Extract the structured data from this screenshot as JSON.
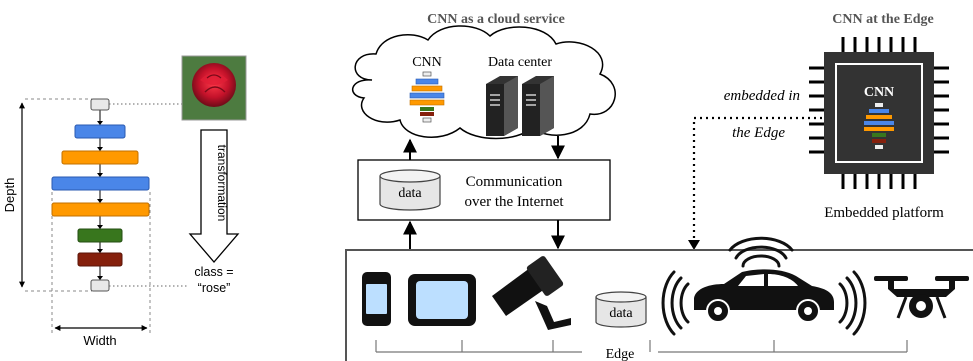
{
  "left_panel": {
    "depth_label": "Depth",
    "width_label": "Width",
    "arrow_label": "transformation",
    "class_line1": "class =",
    "class_line2": "“rose”"
  },
  "cloud": {
    "title": "CNN as a cloud service",
    "cnn_label": "CNN",
    "datacenter_label": "Data center"
  },
  "comm": {
    "data_label": "data",
    "line1": "Communication",
    "line2": "over the Internet"
  },
  "edge_section": {
    "title": "CNN at the Edge",
    "chip_label": "CNN",
    "embedded_line1": "embedded in",
    "embedded_line2": "the Edge",
    "platform_label": "Embedded platform"
  },
  "edge_bar": {
    "data_label": "data",
    "edge_label": "Edge"
  },
  "colors": {
    "blue": "#4a86e8",
    "orange": "#ff9900",
    "green": "#38761d",
    "darkred": "#85200c"
  }
}
